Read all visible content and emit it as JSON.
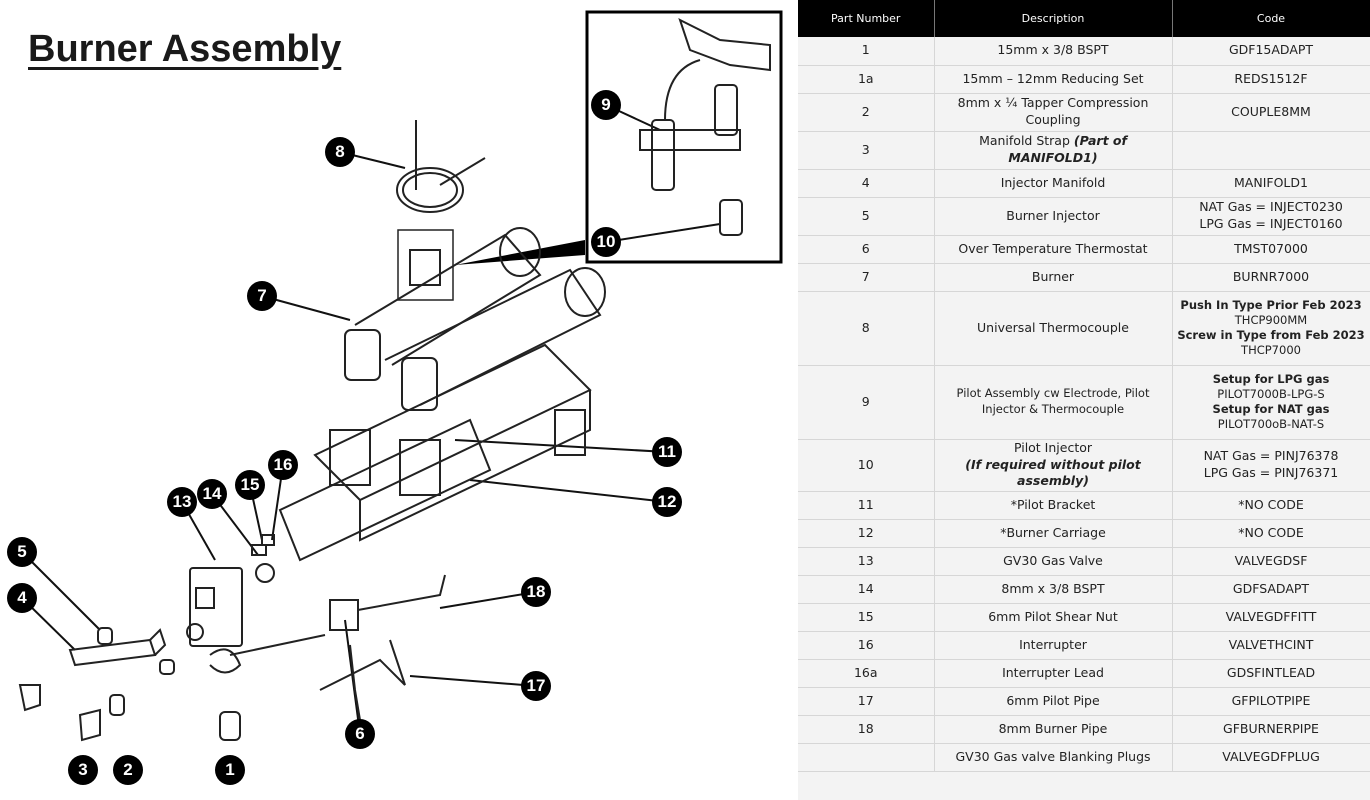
{
  "title": "Burner Assembly",
  "callouts": [
    "8",
    "9",
    "10",
    "7",
    "11",
    "12",
    "13",
    "14",
    "15",
    "16",
    "5",
    "4",
    "18",
    "17",
    "6",
    "3",
    "2",
    "1"
  ],
  "table": {
    "headers": [
      "Part Number",
      "Description",
      "Code"
    ],
    "rows": [
      {
        "part": "1",
        "desc": "15mm x 3/8 BSPT",
        "code": "GDF15ADAPT"
      },
      {
        "part": "1a",
        "desc": "15mm – 12mm Reducing Set",
        "code": "REDS1512F"
      },
      {
        "part": "2",
        "desc": "8mm x ¼ Tapper Compression Coupling",
        "code": "COUPLE8MM"
      },
      {
        "part": "3",
        "desc": "Manifold Strap",
        "desc_note": "(Part of MANIFOLD1)",
        "code": ""
      },
      {
        "part": "4",
        "desc": "Injector Manifold",
        "code": "MANIFOLD1"
      },
      {
        "part": "5",
        "desc": "Burner Injector",
        "code": "NAT Gas = INJECT0230",
        "code2": "LPG Gas =  INJECT0160"
      },
      {
        "part": "6",
        "desc": "Over Temperature Thermostat",
        "code": "TMST07000"
      },
      {
        "part": "7",
        "desc": "Burner",
        "code": "BURNR7000"
      },
      {
        "part": "8",
        "desc": "Universal Thermocouple",
        "code_b1": "Push In Type Prior Feb 2023",
        "code": "THCP900MM",
        "code_b2": "Screw in Type from Feb 2023",
        "code2": "THCP7000"
      },
      {
        "part": "9",
        "desc": "Pilot Assembly cw Electrode, Pilot Injector & Thermocouple",
        "code_b1": "Setup for LPG gas",
        "code": "PILOT7000B-LPG-S",
        "code_b2": "Setup for NAT gas",
        "code2": "PILOT700oB-NAT-S"
      },
      {
        "part": "10",
        "desc": "Pilot Injector",
        "desc_note": "(If required without pilot assembly)",
        "code": "NAT Gas = PINJ76378",
        "code2": "LPG Gas = PINJ76371"
      },
      {
        "part": "11",
        "desc": "*Pilot Bracket",
        "code": "*NO CODE"
      },
      {
        "part": "12",
        "desc": "*Burner Carriage",
        "code": "*NO CODE"
      },
      {
        "part": "13",
        "desc": "GV30 Gas Valve",
        "code": "VALVEGDSF"
      },
      {
        "part": "14",
        "desc": "8mm x 3/8 BSPT",
        "code": "GDFSADAPT"
      },
      {
        "part": "15",
        "desc": "6mm Pilot Shear Nut",
        "code": "VALVEGDFFITT"
      },
      {
        "part": "16",
        "desc": "Interrupter",
        "code": "VALVETHCINT"
      },
      {
        "part": "16a",
        "desc": "Interrupter Lead",
        "code": "GDSFINTLEAD"
      },
      {
        "part": "17",
        "desc": "6mm Pilot Pipe",
        "code": "GFPILOTPIPE"
      },
      {
        "part": "18",
        "desc": "8mm Burner Pipe",
        "code": "GFBURNERPIPE"
      },
      {
        "part": "",
        "desc": "GV30 Gas valve Blanking Plugs",
        "code": "VALVEGDFPLUG"
      }
    ]
  }
}
